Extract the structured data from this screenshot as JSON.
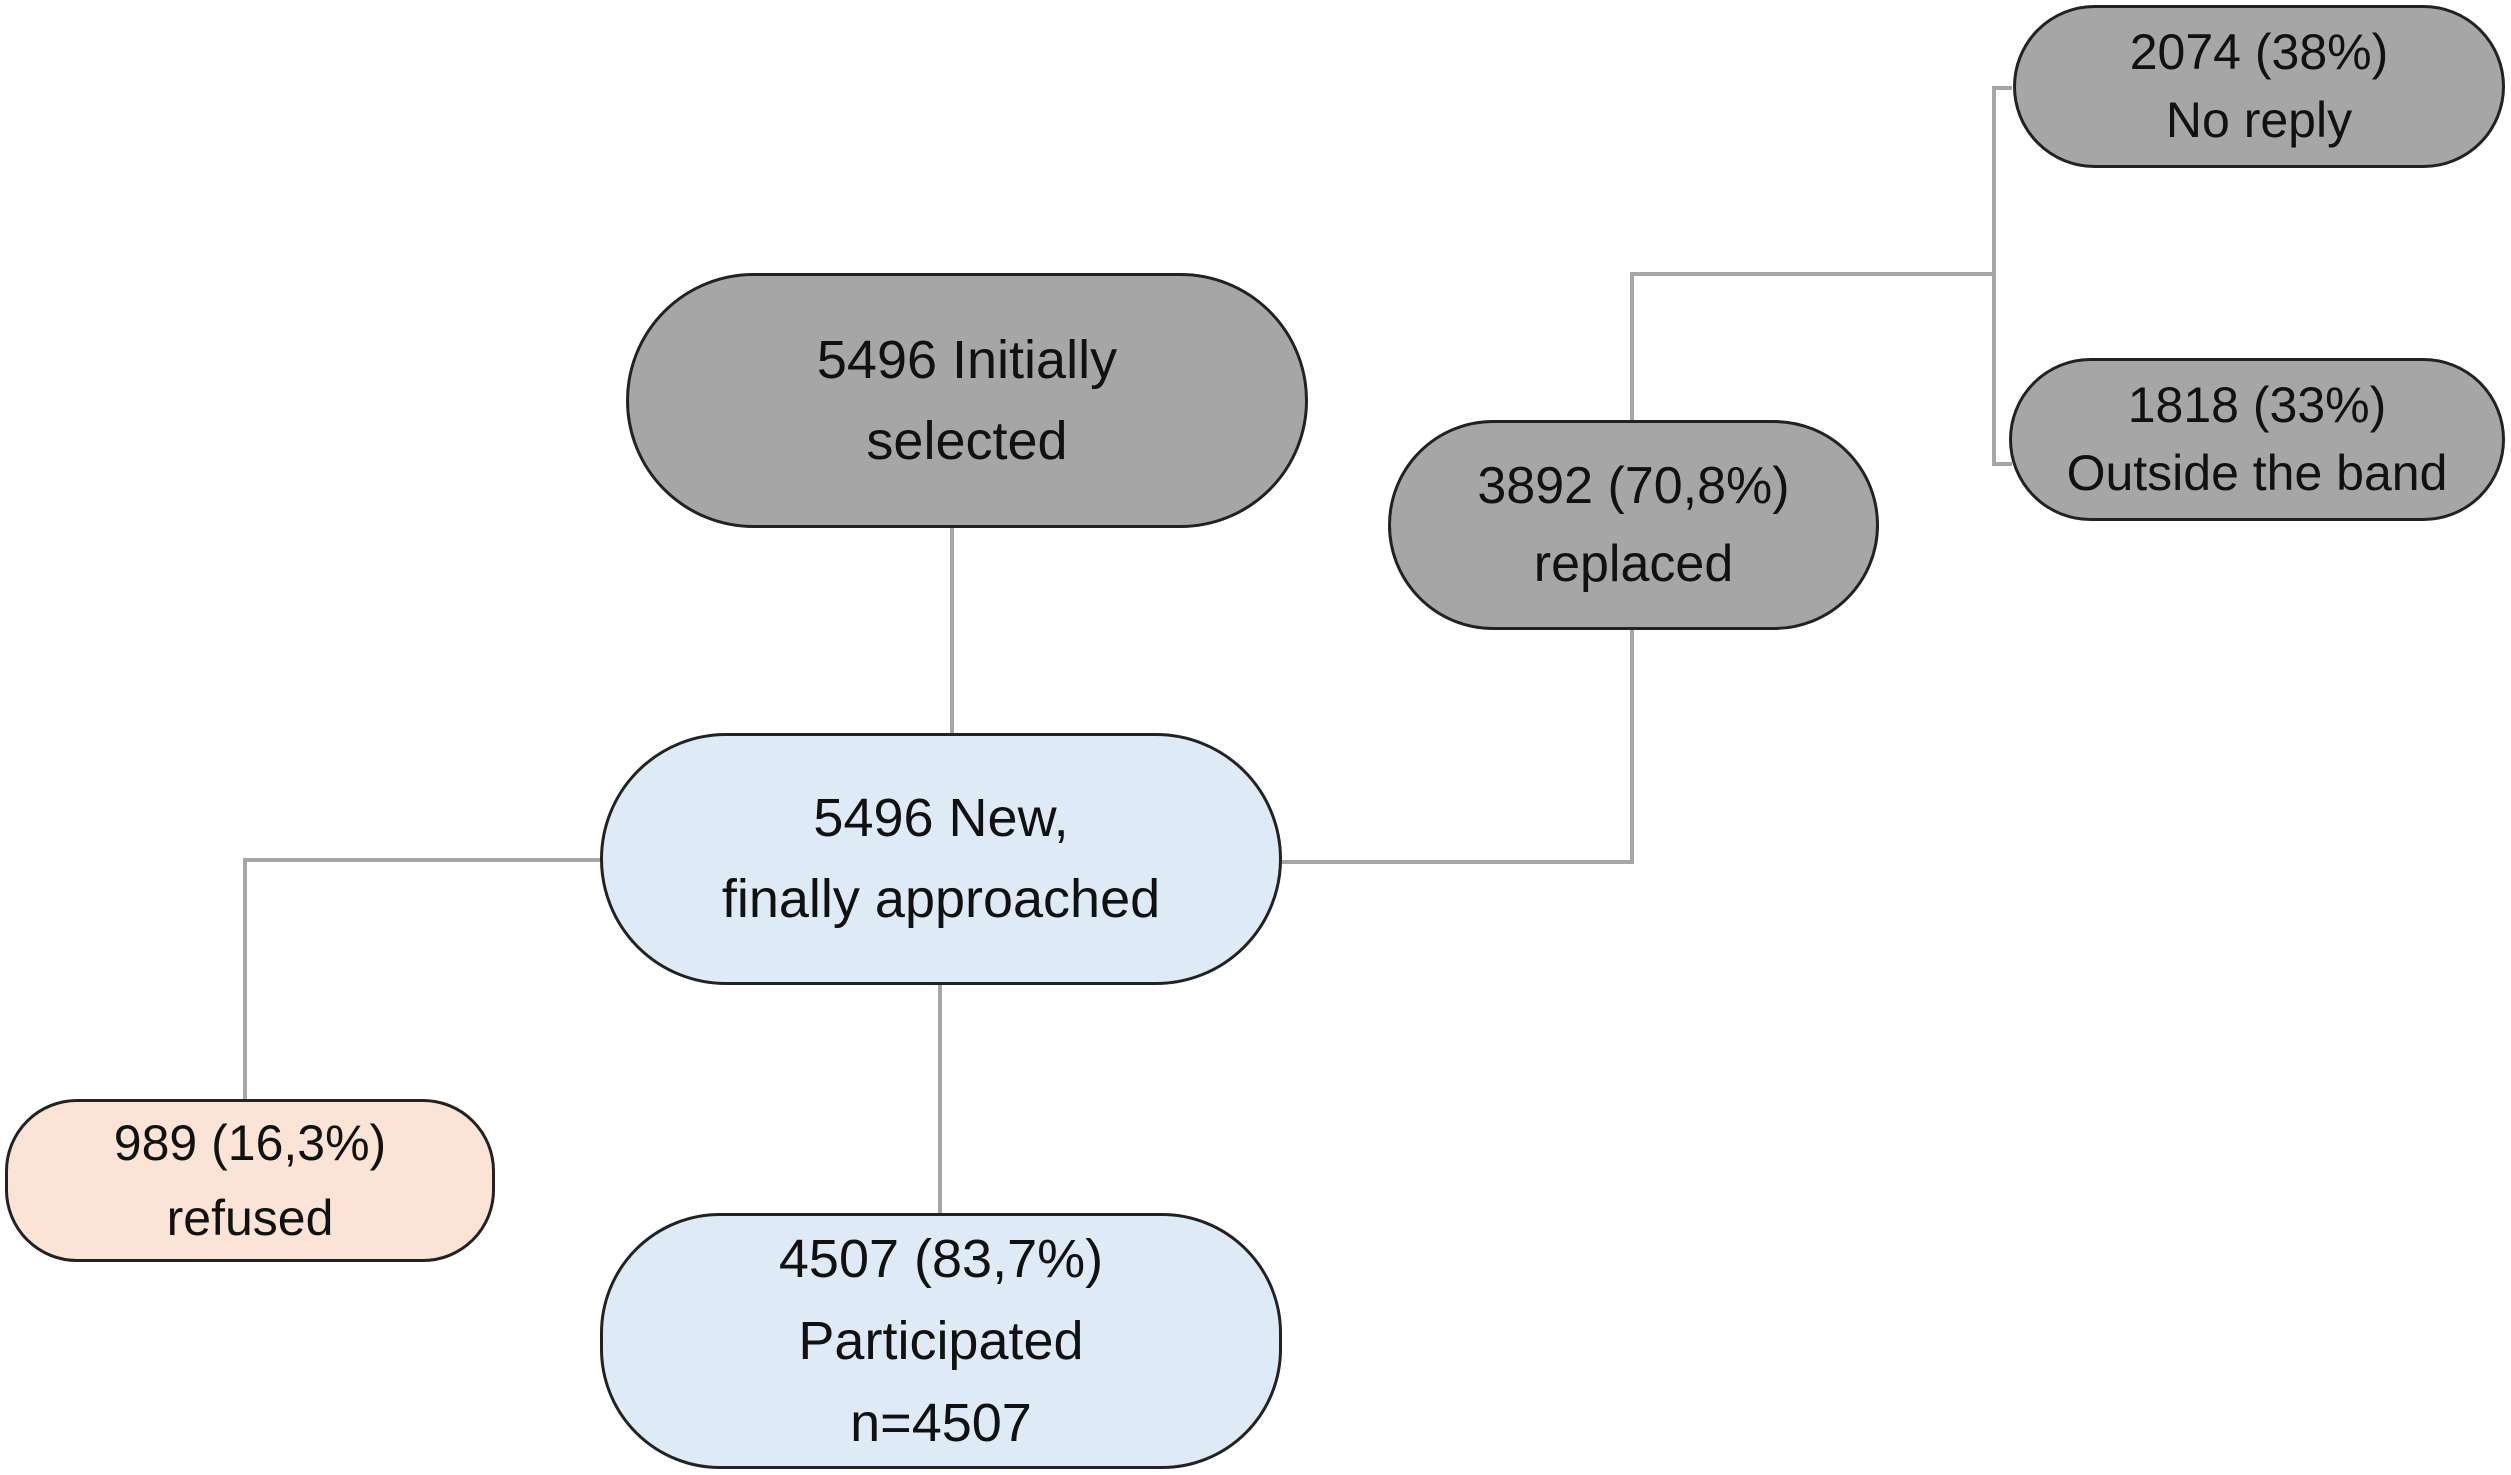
{
  "colors": {
    "dark_node": "#a6a6a6",
    "blue_node": "#deeaf6",
    "peach_node": "#fbe4d5",
    "border": "#222222",
    "connector": "#a6a6a6"
  },
  "nodes": {
    "initially_selected": {
      "line1": "5496 Initially",
      "line2": "selected"
    },
    "new_approached": {
      "line1": "5496 New,",
      "line2": "finally approached"
    },
    "replaced": {
      "line1": "3892 (70,8%)",
      "line2": "replaced"
    },
    "no_reply": {
      "line1": "2074 (38%)",
      "line2": "No reply"
    },
    "outside_band": {
      "line1": "1818 (33%)",
      "line2": "Outside the band"
    },
    "refused": {
      "line1": "989 (16,3%)",
      "line2": "refused"
    },
    "participated": {
      "line1": "4507 (83,7%)",
      "line2": "Participated",
      "line3": "n=4507"
    }
  }
}
